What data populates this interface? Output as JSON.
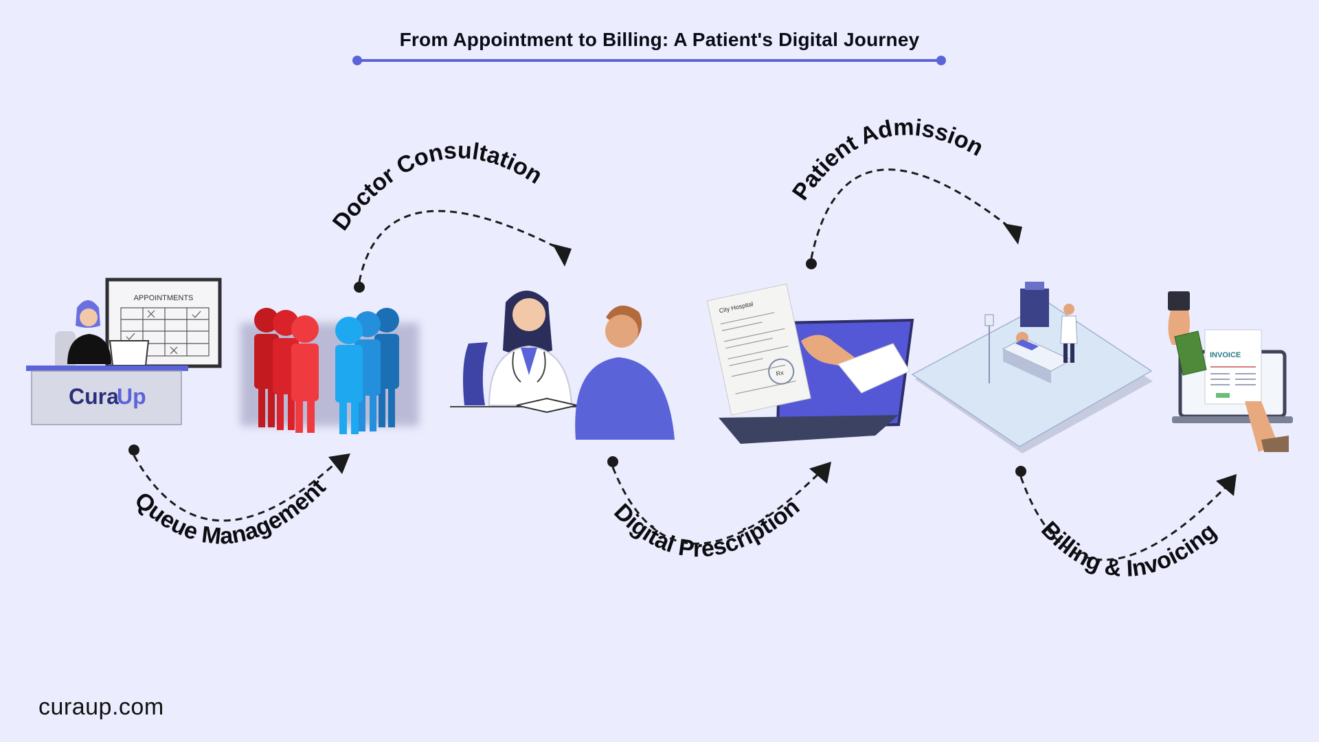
{
  "header": {
    "title": "From Appointment to Billing: A Patient's Digital Journey",
    "accent_color": "#5b63d9"
  },
  "footer": {
    "url": "curaup.com"
  },
  "steps": [
    {
      "label": "Queue Management"
    },
    {
      "label": "Doctor Consultation"
    },
    {
      "label": "Digital Prescription"
    },
    {
      "label": "Patient Admission"
    },
    {
      "label": "Billing & Invoicing"
    }
  ],
  "illustrations": {
    "reception": {
      "board_title": "APPOINTMENTS",
      "logo_part1": "Cura",
      "logo_part2": "Up"
    },
    "prescription": {
      "hospital_name": "City Hospital",
      "rx_mark": "Rx"
    },
    "billing": {
      "invoice_title": "INVOICE"
    }
  },
  "colors": {
    "background": "#ebecfd",
    "crowd_red": "#e0262a",
    "crowd_blue": "#1e97e6",
    "patient_shirt": "#5b63d9",
    "laptop": "#5458d6"
  }
}
